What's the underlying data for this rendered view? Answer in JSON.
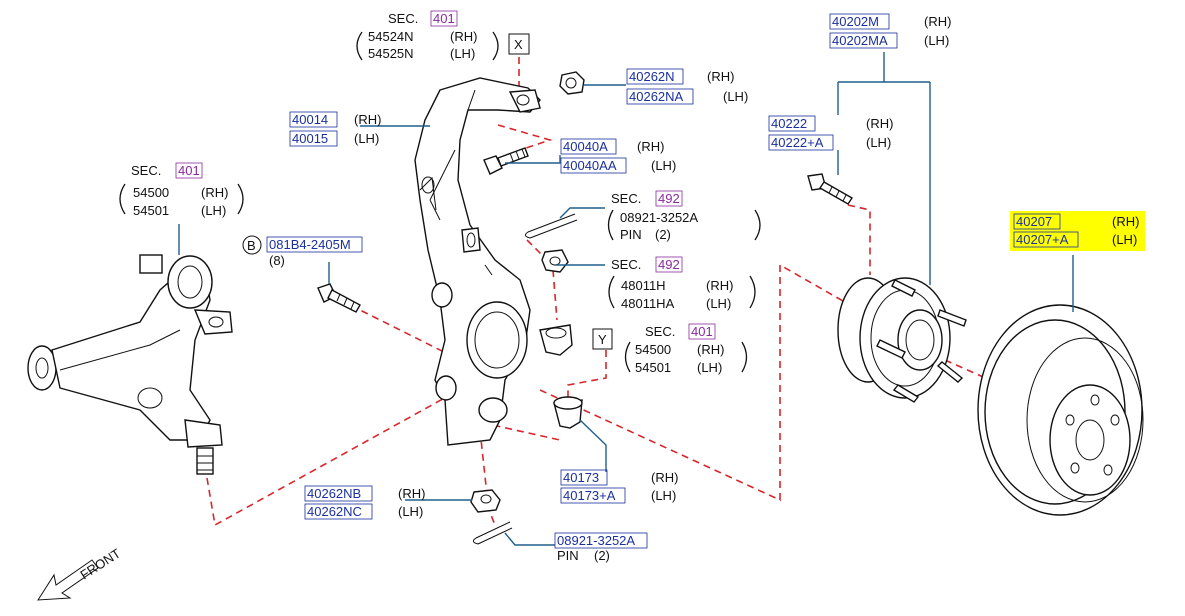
{
  "colors": {
    "part_number": "#1a2fa0",
    "section_ref": "#8a2aa0",
    "leader_line": "#1f5f8b",
    "dashed_line": "#d8262b",
    "highlight": "#ffff00"
  },
  "labels": {
    "sec_word": "SEC.",
    "rh": "(RH)",
    "lh": "(LH)",
    "pin": "PIN",
    "two": "(2)",
    "eight": "(8)",
    "front": "FRONT",
    "x_marker": "X",
    "y_marker": "Y",
    "b_marker": "B"
  },
  "callouts": {
    "knuckle_sec": {
      "sec": "401",
      "rh": "54524N",
      "lh": "54525N"
    },
    "lower_arm_sec": {
      "sec": "401",
      "rh": "54500",
      "lh": "54501"
    },
    "ball_joint_sec": {
      "sec": "401",
      "rh": "54500",
      "lh": "54501"
    },
    "nut_40262N": {
      "rh": "40262N",
      "lh": "40262NA"
    },
    "knuckle": {
      "rh": "40014",
      "lh": "40015"
    },
    "bolt_40040A": {
      "rh": "40040A",
      "lh": "40040AA"
    },
    "pin_sec": {
      "sec": "492",
      "part": "08921-3252A"
    },
    "nut_sec": {
      "sec": "492",
      "rh": "48011H",
      "lh": "48011HA"
    },
    "bolt_081B4": {
      "part": "081B4-2405M"
    },
    "bushing_40173": {
      "rh": "40173",
      "lh": "40173+A"
    },
    "nut_40262NB": {
      "rh": "40262NB",
      "lh": "40262NC"
    },
    "pin_bottom": {
      "part": "08921-3252A"
    },
    "hub_40202M": {
      "rh": "40202M",
      "lh": "40202MA"
    },
    "bolt_40222": {
      "rh": "40222",
      "lh": "40222+A"
    },
    "rotor_40207": {
      "rh": "40207",
      "lh": "40207+A"
    }
  }
}
